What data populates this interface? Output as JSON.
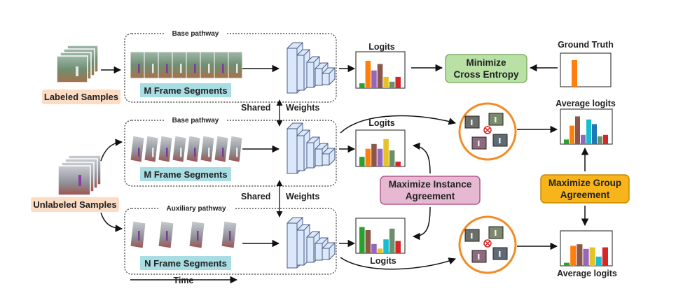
{
  "left_inputs": {
    "labeled": "Labeled Samples",
    "unlabeled": "Unlabeled Samples"
  },
  "pathways": {
    "top_title": "Base pathway",
    "middle_title": "Base pathway",
    "bottom_title": "Auxiliary pathway",
    "top_segments": "M Frame Segments",
    "middle_segments": "M Frame Segments",
    "bottom_segments": "N Frame Segments"
  },
  "shared": {
    "word1": "Shared",
    "word2": "Weights"
  },
  "logits": {
    "top": "Logits",
    "middle": "Logits",
    "bottom": "Logits"
  },
  "objectives": {
    "cross_entropy_line1": "Minimize",
    "cross_entropy_line2": "Cross Entropy",
    "instance_line1": "Maximize Instance",
    "instance_line2": "Agreement",
    "group_line1": "Maximize Group",
    "group_line2": "Agreement"
  },
  "right_side": {
    "ground_truth": "Ground Truth",
    "avg_top": "Average logits",
    "avg_bottom": "Average logits"
  },
  "time_label": "Time",
  "colors": {
    "segments_box": "#a8dde3",
    "label_bg": "#fbdcc5",
    "cross_entropy_fill": "#b9e0a5",
    "cross_entropy_border": "#82b366",
    "instance_fill": "#e6b8d2",
    "instance_border": "#b05a8a",
    "group_fill": "#f8b51b",
    "group_border": "#c58a00",
    "circle_border": "#f28c28",
    "network_fill": "#dbe8fb",
    "network_stroke": "#4a5d80",
    "gt_bar": "#ff7f0e"
  },
  "icons": [
    "frame-thumbnail-icon",
    "network-layers-icon",
    "xor-symbol-icon",
    "logits-bar-chart-icon"
  ]
}
